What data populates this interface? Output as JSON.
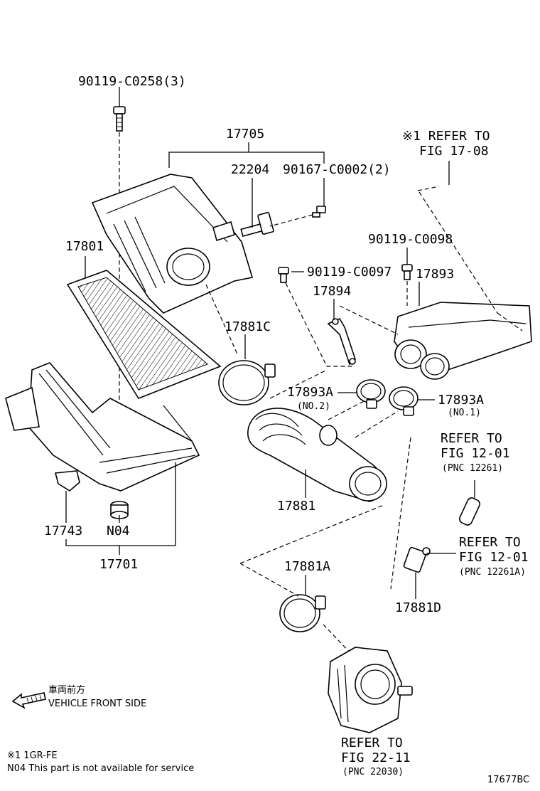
{
  "labels": {
    "p90119_c0258": "90119-C0258(3)",
    "p17705": "17705",
    "p22204": "22204",
    "p90167": "90167-C0002(2)",
    "ref1_line1": "※1 REFER TO",
    "ref1_line2": "FIG 17-08",
    "p17801": "17801",
    "p90119_c0098": "90119-C0098",
    "p90119_c0097": "90119-C0097",
    "p17893": "17893",
    "p17894": "17894",
    "p17881c": "17881C",
    "p17893a_1": "17893A",
    "p17893a_1_sub": "(NO.2)",
    "p17893a_2": "17893A",
    "p17893a_2_sub": "(NO.1)",
    "ref2_line1": "REFER TO",
    "ref2_line2": "FIG 12-01",
    "ref2_line3": "(PNC 12261)",
    "p17881": "17881",
    "p17743": "17743",
    "pN04": "N04",
    "p17701": "17701",
    "ref3_line1": "REFER TO",
    "ref3_line2": "FIG 12-01",
    "ref3_line3": "(PNC 12261A)",
    "p17881a": "17881A",
    "p17881d": "17881D",
    "ref4_line1": "REFER TO",
    "ref4_line2": "FIG 22-11",
    "ref4_line3": "(PNC 22030)",
    "front_jp": "車両前方",
    "front_en": "VEHICLE FRONT SIDE",
    "foot1": "※1 1GR-FE",
    "foot2": "N04 This part is not available for service",
    "diagram_id": "17677BC"
  }
}
